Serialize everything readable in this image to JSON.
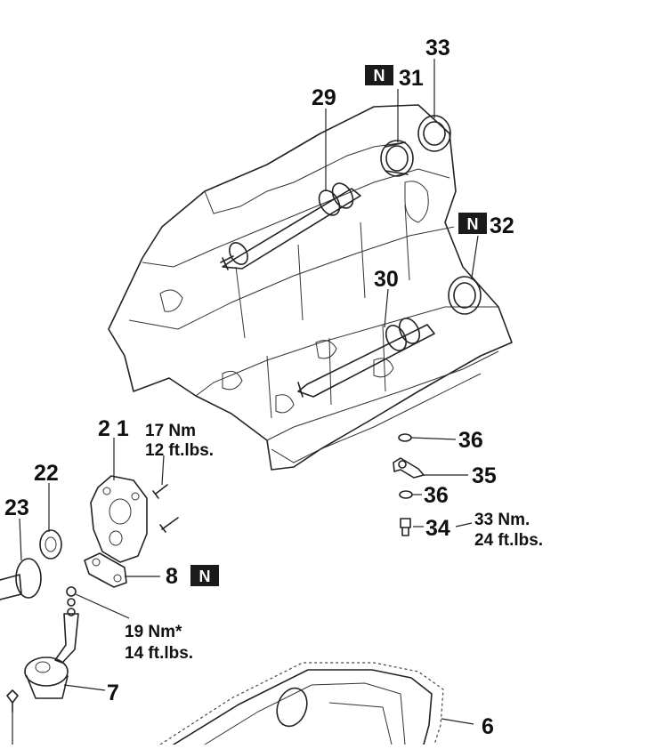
{
  "callouts": {
    "c33": "33",
    "c31": "31",
    "c29": "29",
    "c32": "32",
    "c30": "30",
    "c21": "2 1",
    "c22": "22",
    "c23": "23",
    "c8": "8",
    "c7": "7",
    "c6": "6",
    "c36a": "36",
    "c35": "35",
    "c36b": "36",
    "c34": "34"
  },
  "badge_letter": "N",
  "torque": {
    "t17_nm": "17 Nm",
    "t17_ft": "12 ft.lbs.",
    "t19_nm": "19 Nm*",
    "t19_ft": "14 ft.lbs.",
    "t33_nm": "33 Nm.",
    "t33_ft": "24 ft.lbs."
  },
  "colors": {
    "ink": "#111111",
    "badge_bg": "#1a1a1a",
    "paper": "#ffffff"
  }
}
